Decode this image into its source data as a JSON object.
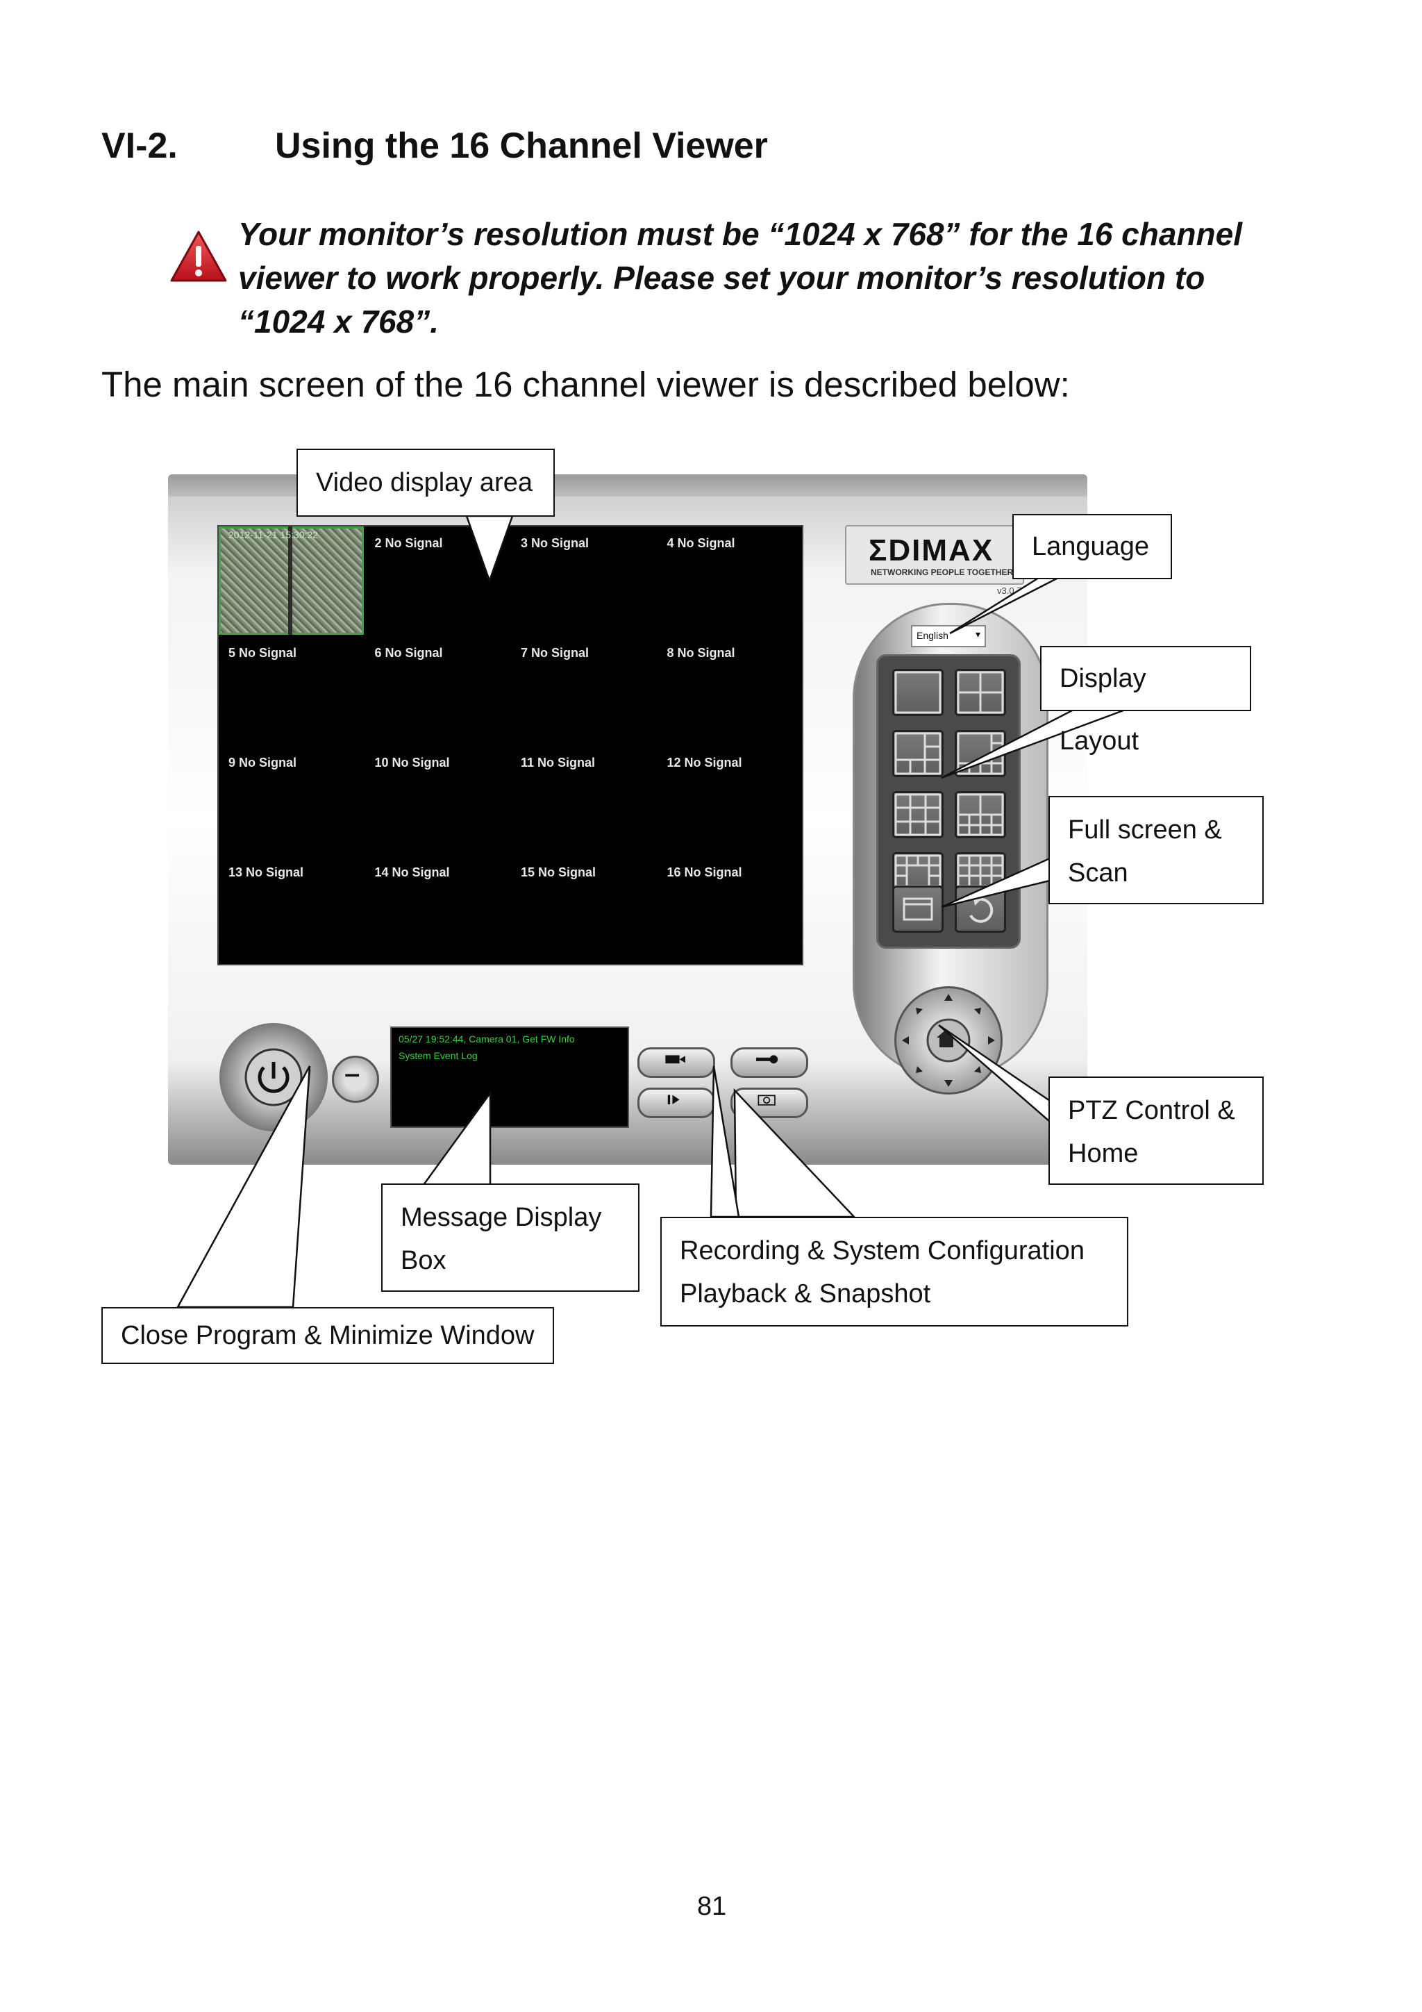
{
  "section": {
    "number": "VI-2.",
    "title": "Using the 16 Channel Viewer"
  },
  "warning": {
    "icon": "warning-triangle-icon",
    "line1": "Your monitor’s resolution must be “1024 x 768” for the 16 channel",
    "line2": "viewer to work properly. Please set your monitor’s resolution to",
    "line3": "“1024 x 768”."
  },
  "intro": "The main screen of the 16 channel viewer is described below:",
  "viewer": {
    "cam1_timestamp": "2012-11-21 15:30:22",
    "channels": [
      "2 No Signal",
      "3 No Signal",
      "4 No Signal",
      "5 No Signal",
      "6 No Signal",
      "7 No Signal",
      "8 No Signal",
      "9 No Signal",
      "10 No Signal",
      "11 No Signal",
      "12 No Signal",
      "13 No Signal",
      "14 No Signal",
      "15 No Signal",
      "16 No Signal"
    ],
    "logo": "ΣDIMAX",
    "logo_tagline": "NETWORKING PEOPLE TOGETHER",
    "version": "v3.0.7",
    "language_value": "English",
    "message_line1": "05/27 19:52:44, Camera 01, Get FW Info",
    "message_line2": "System Event Log"
  },
  "callouts": {
    "video_display": "Video display area",
    "language": "Language",
    "display_layout": "Display Layout",
    "full_screen_1": "Full screen &",
    "full_screen_2": "Scan",
    "ptz_1": "PTZ Control &",
    "ptz_2": "Home",
    "message_1": "Message Display",
    "message_2": "Box",
    "recording_1": "Recording & System Configuration",
    "recording_2": "Playback & Snapshot",
    "close": "Close Program & Minimize Window"
  },
  "page_number": "81",
  "colors": {
    "warning_red": "#d4202a",
    "message_green": "#39d239",
    "viewer_black": "#000000"
  }
}
